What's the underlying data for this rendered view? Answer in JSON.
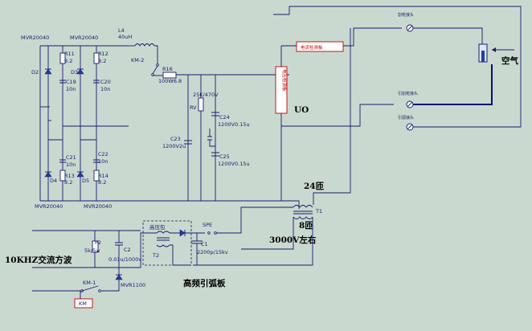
{
  "labels": {
    "mvr_tl": "MVR20040",
    "mvr_tr": "MVR20040",
    "r11": "R11",
    "r11v": "8.2",
    "r12": "R12",
    "r12v": "8.2",
    "d2": "D2",
    "d3": "D3",
    "c19": "C19",
    "c19v": "10n",
    "c20": "C20",
    "c20v": "10n",
    "l4": "L4",
    "l4v": "40uH",
    "km2": "KM-2",
    "r16": "R16",
    "r16v": "100W6.8",
    "c21": "C21",
    "c21v": "10n",
    "c22": "C22",
    "c22v": "10n",
    "r13": "R13",
    "r13v": "8.2",
    "r14": "R14",
    "r14v": "8.2",
    "d4": "D4",
    "d5": "D5",
    "mvr_bl": "MVR20040",
    "mvr_br": "MVR20040",
    "rv_top": "25K/470V",
    "rv": "RV",
    "c23": "C23",
    "c23v": "1200V2u",
    "c24": "C24",
    "c24v": "1200V0.15u",
    "c25": "C25",
    "c25v": "1200V0.15u",
    "uo": "UO",
    "t24": "24匝",
    "t1": "T1",
    "t8": "8匝",
    "kv3000": "3000V左右",
    "hv": "高压包",
    "t2": "T2",
    "p2": "P2",
    "p2v": "5k/5w",
    "c2": "C2",
    "c2v": "0.01u/1000v",
    "mvr1100": "MVR1100",
    "khz": "10KHZ交流方波",
    "km1": "KM-1",
    "km": "KM",
    "hfboard": "高频引弧板",
    "spe": "SPE",
    "c1": "C1",
    "c1v": "2200p/15kv",
    "air": "空气",
    "mod_volt": "电压检测板",
    "mod_curr": "电流检测板",
    "t_cut": "割枪接头",
    "t_arc": "引割枪接头",
    "t_ground": "引弧接头"
  },
  "colors": {
    "background": "#c9d9cf",
    "wire": "#1a1a6e",
    "module_border": "#c00000"
  }
}
